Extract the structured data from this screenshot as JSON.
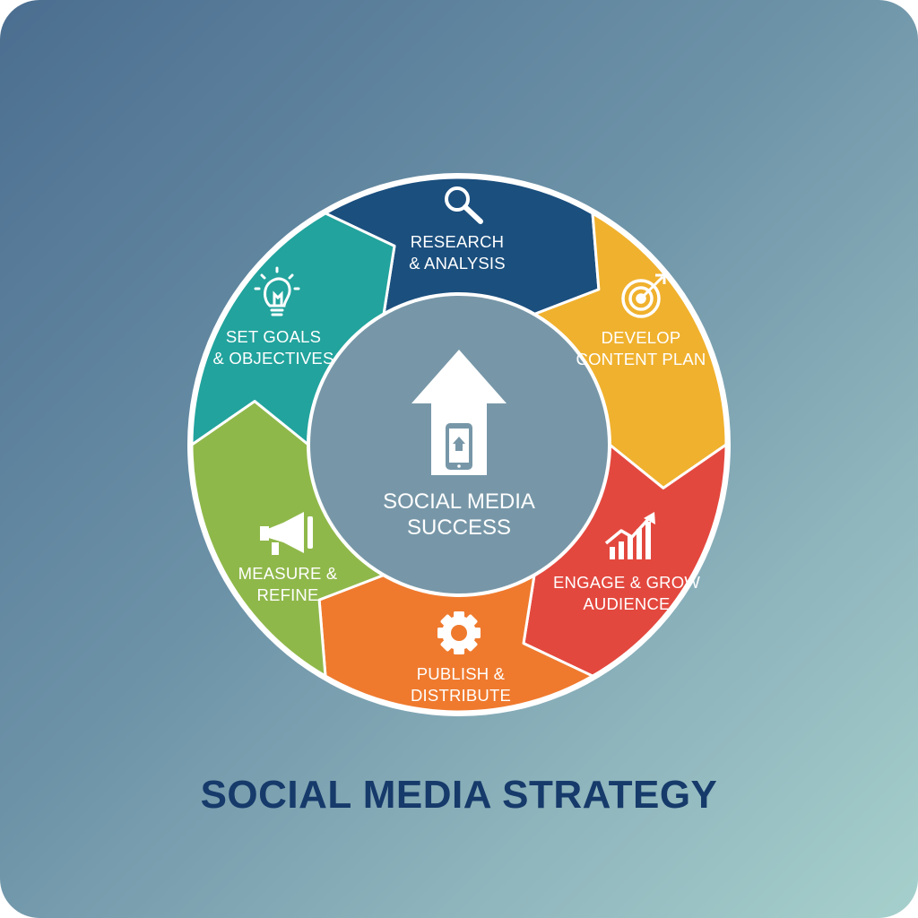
{
  "title": "SOCIAL MEDIA STRATEGY",
  "center": {
    "label_line1": "SOCIAL MEDIA",
    "label_line2": "SUCCESS",
    "icon": "arrow-up-smartphone-icon"
  },
  "segments": [
    {
      "line1": "RESEARCH",
      "line2": "& ANALYSIS",
      "icon": "magnifier-icon",
      "color": "#1b4f7e"
    },
    {
      "line1": "DEVELOP",
      "line2": "CONTENT PLAN",
      "icon": "target-icon",
      "color": "#f0b12e"
    },
    {
      "line1": "ENGAGE & GROW",
      "line2": "AUDIENCE",
      "icon": "growth-chart-icon",
      "color": "#e3483e"
    },
    {
      "line1": "PUBLISH &",
      "line2": "DISTRIBUTE",
      "icon": "gear-icon",
      "color": "#ef7a2e"
    },
    {
      "line1": "MEASURE &",
      "line2": "REFINE",
      "icon": "megaphone-icon",
      "color": "#8fb84a"
    },
    {
      "line1": "SET GOALS",
      "line2": "& OBJECTIVES",
      "icon": "lightbulb-icon",
      "color": "#22a39d"
    }
  ]
}
